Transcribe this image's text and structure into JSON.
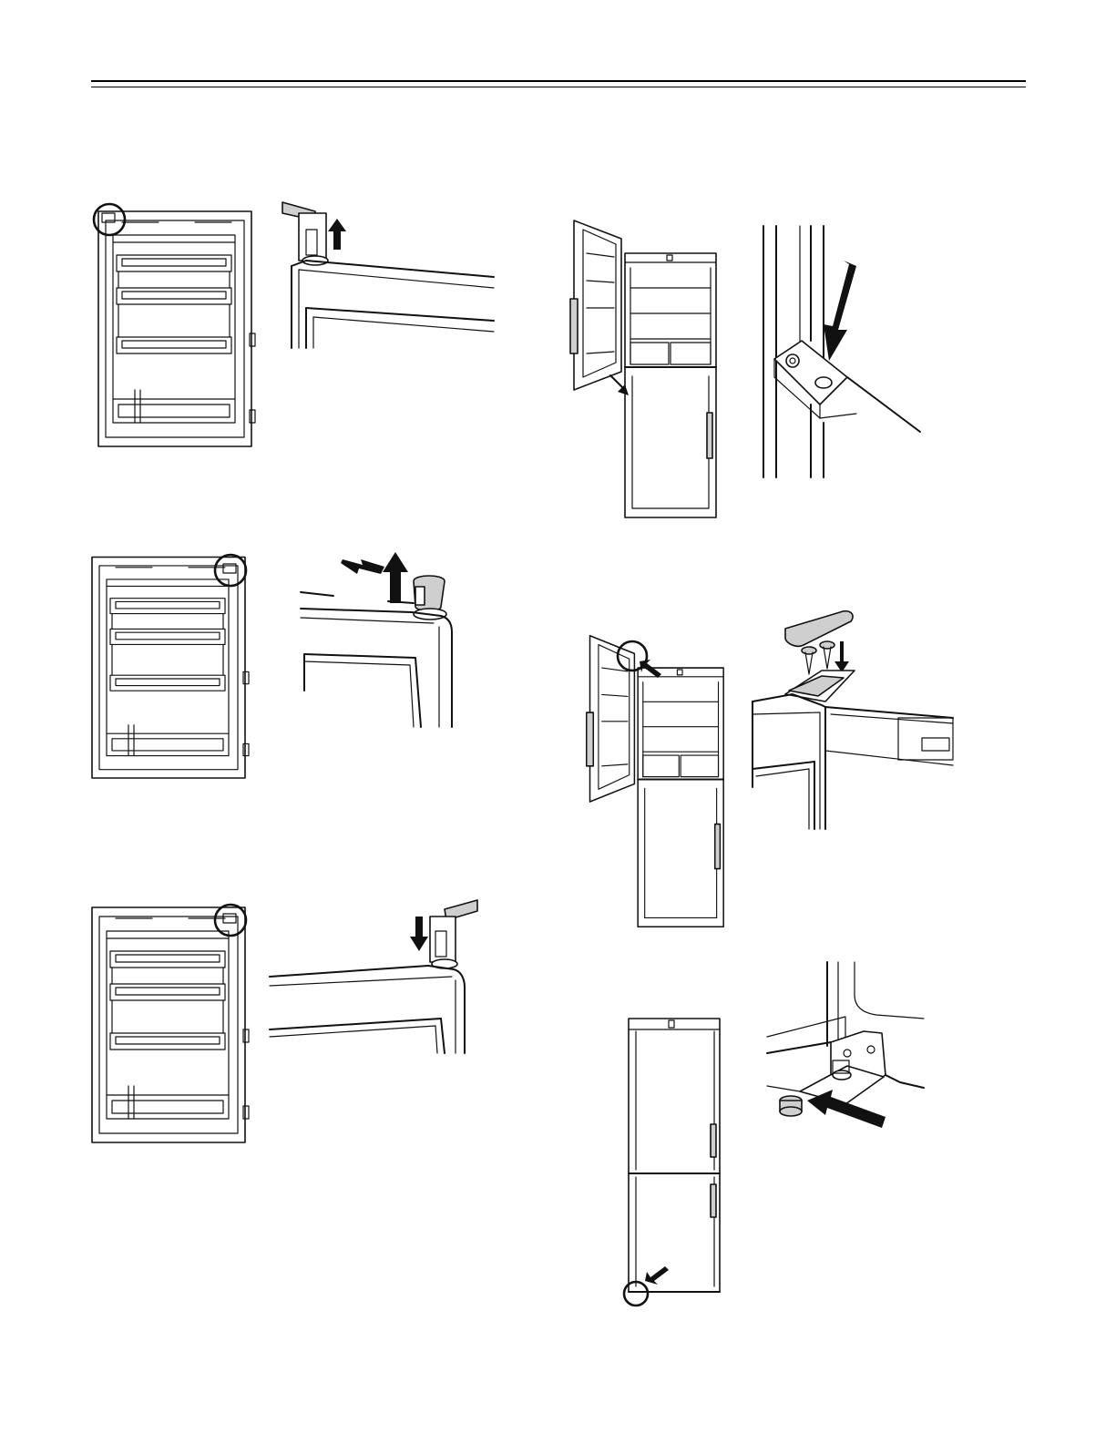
{
  "page": {
    "background": "#ffffff",
    "line_color": "#000000"
  },
  "figures": [
    {
      "id": "door-top-left-hinge",
      "icon": "door-with-circled-hinge-icon"
    },
    {
      "id": "lift-hinge-pin",
      "icon": "up-arrow-icon"
    },
    {
      "id": "door-top-right-hinge",
      "icon": "door-with-circled-hinge-icon"
    },
    {
      "id": "remove-hinge-cap",
      "icon": "left-up-arrows-icon"
    },
    {
      "id": "door-top-right-hinge-2",
      "icon": "door-with-circled-hinge-icon"
    },
    {
      "id": "insert-hinge",
      "icon": "down-arrow-icon"
    },
    {
      "id": "fridge-door-open",
      "icon": "fridge-icon"
    },
    {
      "id": "bottom-hinge-closeup",
      "icon": "down-arrow-icon"
    },
    {
      "id": "fridge-door-open-top",
      "icon": "fridge-icon"
    },
    {
      "id": "screw-hinge-cover",
      "icon": "screw-icon"
    },
    {
      "id": "fridge-closed",
      "icon": "fridge-icon"
    },
    {
      "id": "foot-adjust-closeup",
      "icon": "right-arrow-icon"
    }
  ]
}
